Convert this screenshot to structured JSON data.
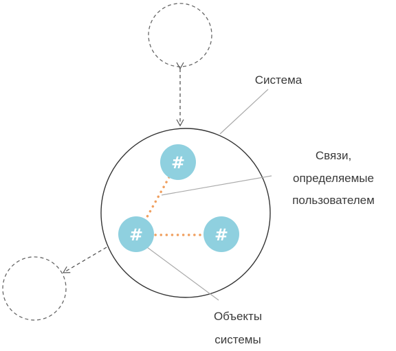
{
  "labels": {
    "system": "Система",
    "links_line1": "Связи,",
    "links_line2": "определяемые",
    "links_line3": "пользователем",
    "objects_line1": "Объекты",
    "objects_line2": "системы"
  },
  "nodes": {
    "symbol": "#"
  },
  "colors": {
    "node_fill": "#8fd0df",
    "link_dots": "#f0a060",
    "outline": "#333333",
    "leader": "#aaaaaa",
    "text": "#3a3a3a"
  }
}
